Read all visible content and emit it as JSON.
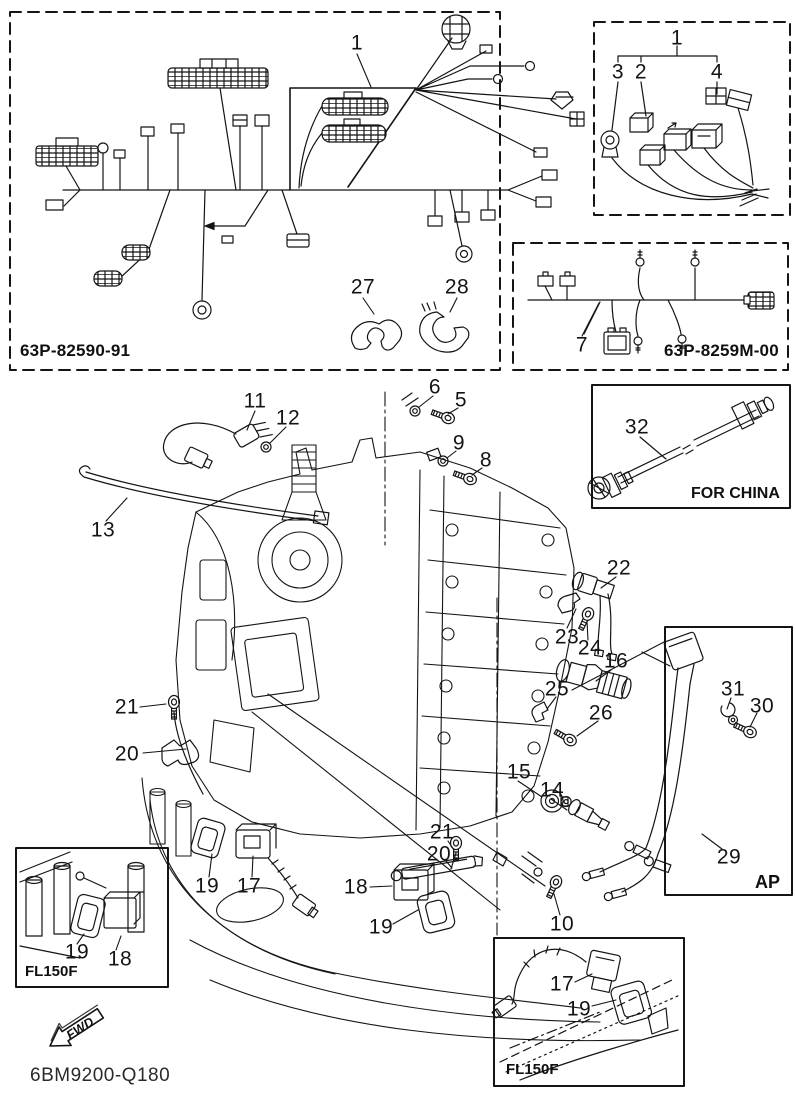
{
  "diagram": {
    "background": "#ffffff",
    "ink": "#141414"
  },
  "labels": {
    "harness_part_number": "63P-82590-91",
    "sub_harness_part_number": "63P-8259M-00",
    "china_caption": "FOR CHINA",
    "ap_caption": "AP",
    "fl150f_left_caption": "FL150F",
    "fl150f_right_caption": "FL150F",
    "drawing_number": "6BM9200-Q180",
    "fwd_label": "FWD"
  },
  "callouts": [
    {
      "label": "1"
    },
    {
      "label": "27"
    },
    {
      "label": "28"
    },
    {
      "label": "1"
    },
    {
      "label": "3"
    },
    {
      "label": "2"
    },
    {
      "label": "4"
    },
    {
      "label": "7"
    },
    {
      "label": "32"
    },
    {
      "label": "11"
    },
    {
      "label": "12"
    },
    {
      "label": "13"
    },
    {
      "label": "6"
    },
    {
      "label": "5"
    },
    {
      "label": "9"
    },
    {
      "label": "8"
    },
    {
      "label": "22"
    },
    {
      "label": "23"
    },
    {
      "label": "24"
    },
    {
      "label": "16"
    },
    {
      "label": "25"
    },
    {
      "label": "26"
    },
    {
      "label": "21"
    },
    {
      "label": "20"
    },
    {
      "label": "15"
    },
    {
      "label": "14"
    },
    {
      "label": "21"
    },
    {
      "label": "20"
    },
    {
      "label": "18"
    },
    {
      "label": "19"
    },
    {
      "label": "17"
    },
    {
      "label": "19"
    },
    {
      "label": "10"
    },
    {
      "label": "31"
    },
    {
      "label": "30"
    },
    {
      "label": "29"
    },
    {
      "label": "19"
    },
    {
      "label": "18"
    },
    {
      "label": "17"
    },
    {
      "label": "19"
    }
  ]
}
